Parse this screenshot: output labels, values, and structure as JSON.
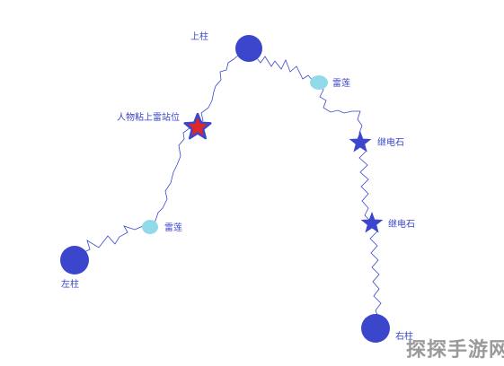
{
  "diagram": {
    "colors": {
      "pillar": "#3b46cc",
      "lightning_lotus": "#92daea",
      "relay_stone": "#3b46cc",
      "highlight_star_fill": "#e02626",
      "highlight_star_stroke": "#3b46cc",
      "wire": "#3b46cc",
      "label": "#3b46cc",
      "watermark": "#9a9a9a"
    },
    "labels": {
      "top_pillar": "上柱",
      "left_pillar": "左柱",
      "right_pillar": "右柱",
      "lotus_upper": "雷莲",
      "lotus_lower": "雷莲",
      "relay_upper": "继电石",
      "relay_lower": "继电石",
      "stand_point": "人物粘上雷站位"
    },
    "icons": {
      "pillar": "filled-circle",
      "lightning_lotus": "filled-ellipse",
      "relay_stone": "five-point-star",
      "stand_point": "five-point-star-highlight"
    }
  },
  "watermark": {
    "text": "探探手游网"
  }
}
